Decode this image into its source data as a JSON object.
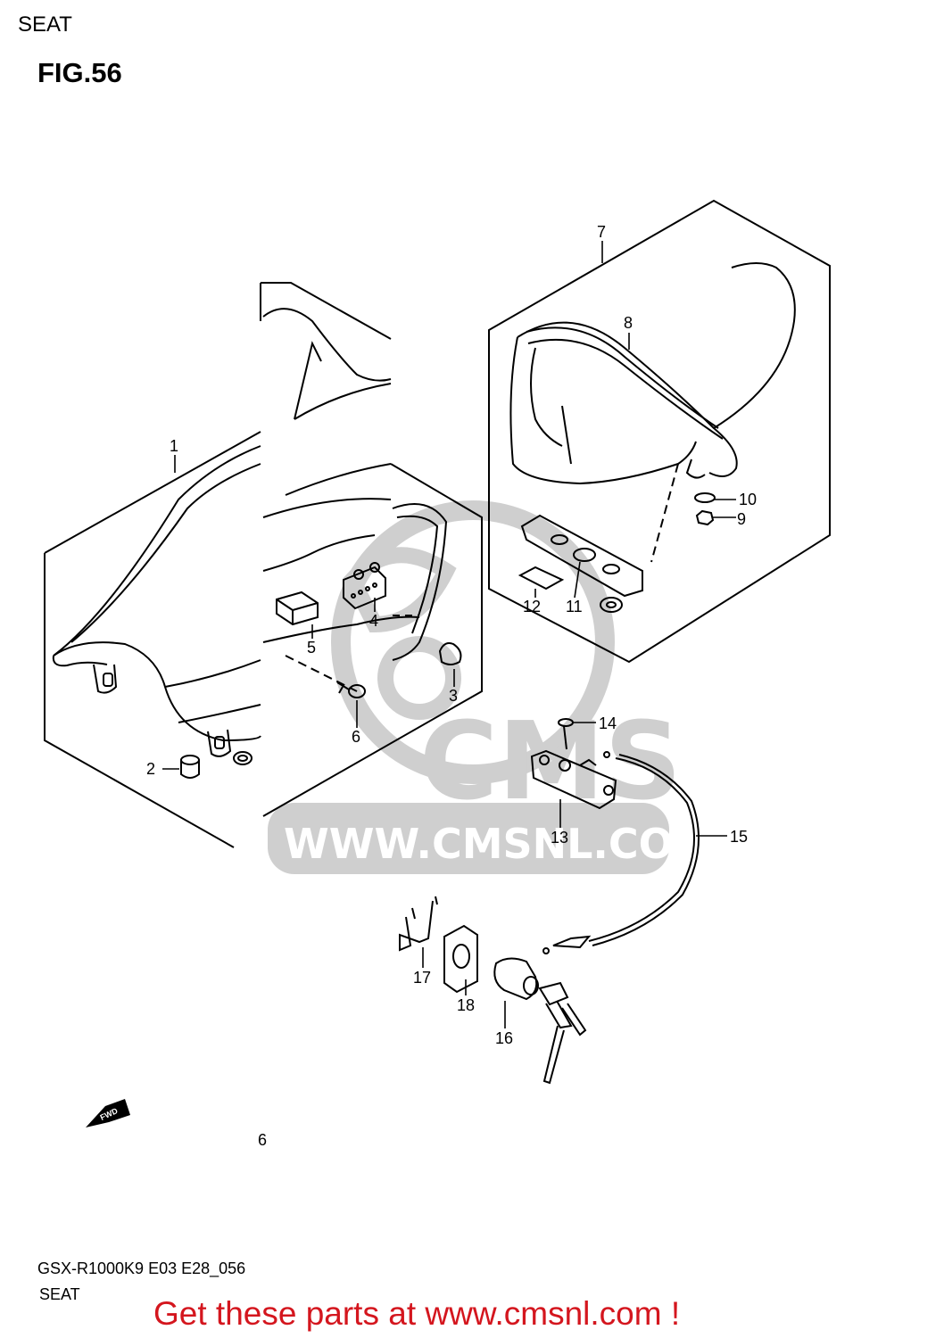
{
  "header": {
    "title": "SEAT"
  },
  "figure": {
    "title": "FIG.56"
  },
  "callouts": [
    {
      "id": "1",
      "label": "1"
    },
    {
      "id": "2",
      "label": "2"
    },
    {
      "id": "3",
      "label": "3"
    },
    {
      "id": "4",
      "label": "4"
    },
    {
      "id": "5",
      "label": "5"
    },
    {
      "id": "6",
      "label": "6"
    },
    {
      "id": "7",
      "label": "7"
    },
    {
      "id": "8",
      "label": "8"
    },
    {
      "id": "9",
      "label": "9"
    },
    {
      "id": "10",
      "label": "10"
    },
    {
      "id": "11",
      "label": "11"
    },
    {
      "id": "12",
      "label": "12"
    },
    {
      "id": "13",
      "label": "13"
    },
    {
      "id": "14",
      "label": "14"
    },
    {
      "id": "15",
      "label": "15"
    },
    {
      "id": "16",
      "label": "16"
    },
    {
      "id": "17",
      "label": "17"
    },
    {
      "id": "18",
      "label": "18"
    }
  ],
  "fwd_badge": "FWD",
  "lone_label": "6",
  "watermark": {
    "brand": "CMS",
    "url": "WWW.CMSNL.COM"
  },
  "footer": {
    "model_code": "GSX-R1000K9 E03 E28_056",
    "section": "SEAT",
    "cta": "Get these parts at www.cmsnl.com !"
  },
  "colors": {
    "line": "#000000",
    "watermark": "#cfcfcf",
    "cta": "#d4161e"
  }
}
